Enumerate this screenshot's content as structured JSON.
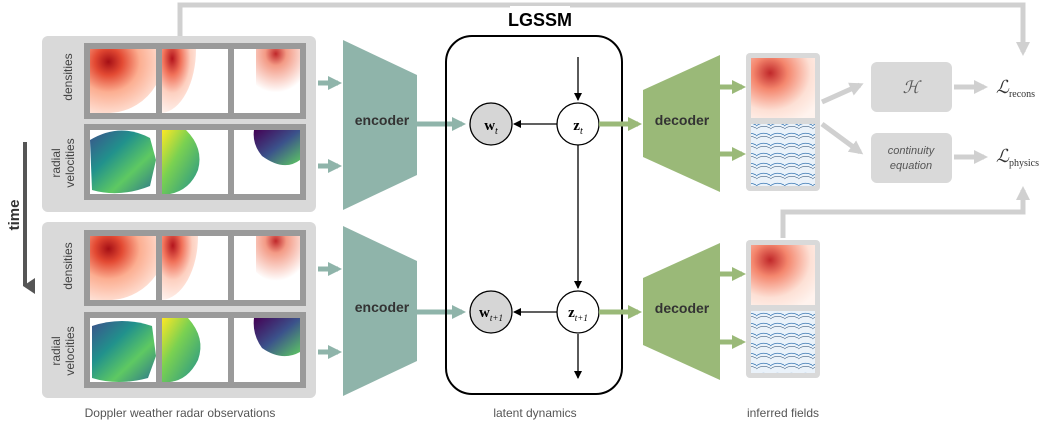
{
  "title": "LGSSM",
  "time_label": "time",
  "row_labels": {
    "densities": "densities",
    "radial_velocities_line1": "radial",
    "radial_velocities_line2": "velocities"
  },
  "encoder_label": "encoder",
  "decoder_label": "decoder",
  "nodes": {
    "w_t": "w",
    "w_t_sub": "t",
    "w_t1": "w",
    "w_t1_sub": "t+1",
    "z_t": "z",
    "z_t_sub": "t",
    "z_t1": "z",
    "z_t1_sub": "t+1"
  },
  "ops": {
    "h_op": "ℋ",
    "continuity_line1": "continuity",
    "continuity_line2": "equation"
  },
  "losses": {
    "recons_symbol": "ℒ",
    "recons_sub": "recons",
    "physics_symbol": "ℒ",
    "physics_sub": "physics"
  },
  "captions": {
    "observations": "Doppler weather radar observations",
    "latent": "latent dynamics",
    "inferred": "inferred fields"
  },
  "colors": {
    "encoder": "#8fb4aa",
    "decoder": "#9ab978",
    "panel_gray": "#d9d9d9",
    "frame_gray": "#9a9a9a",
    "arrow_gray": "#d0d0d0",
    "node_fill": "#d6d6d6"
  }
}
